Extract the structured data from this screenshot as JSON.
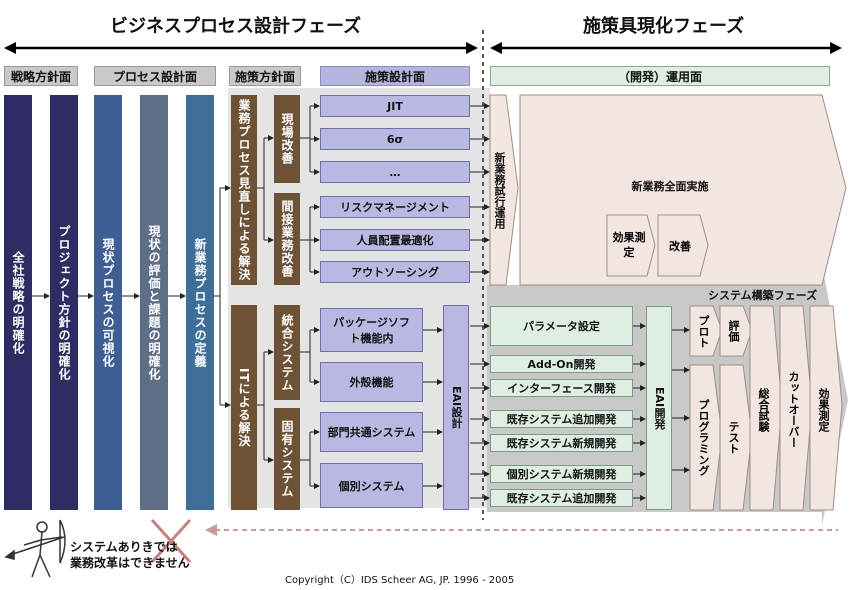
{
  "phases": {
    "left_title": "ビジネスプロセス設計フェーズ",
    "right_title": "施策具現化フェーズ"
  },
  "headers": {
    "strategy": "戦略方針面",
    "process_design": "プロセス設計面",
    "policy": "施策方針面",
    "policy_design": "施策設計面",
    "operation": "（開発）運用面"
  },
  "columns": {
    "c1": "全社戦略の明確化",
    "c2": "プロジェクト方針の明確化",
    "c3": "現状プロセスの可視化",
    "c4": "現状の評価と課題の明確化",
    "c5": "新業務プロセスの定義"
  },
  "policy": {
    "business_review": "業務プロセス見直しによる解決",
    "it_solution": "ITによる解決",
    "site_improvement": "現場改善",
    "indirect_improvement": "間接業務改善",
    "integrated_system": "統合システム",
    "specific_system": "固有システム"
  },
  "design": {
    "jit": "JIT",
    "six_sigma": "6σ",
    "etc": "…",
    "risk": "リスクマネージメント",
    "staffing": "人員配置最適化",
    "outsourcing": "アウトソーシング",
    "package": "パッケージソフト機能内",
    "shell": "外殻機能",
    "common": "部門共通システム",
    "individual": "個別システム",
    "eai": "EAI設計"
  },
  "operation": {
    "trial": "新業務試行運用",
    "full": "新業務全面実施",
    "measure": "効果測定",
    "improve": "改善",
    "dev_phase": "システム構築フェーズ",
    "eai_dev": "EAI開発",
    "param": "パラメータ設定",
    "addon": "Add-On開発",
    "interface": "インターフェース開発",
    "exist_add1": "既存システム追加開発",
    "exist_new": "既存システム新規開発",
    "indiv_new": "個別システム新規開発",
    "exist_add2": "既存システム追加開発",
    "proto": "プロト",
    "eval": "評価",
    "programming": "プログラミング",
    "test": "テスト",
    "integration": "総合試験",
    "cutover": "カットオーバー",
    "effect": "効果測定"
  },
  "footer": {
    "note_line1": "システムありきでは",
    "note_line2": "業務改革はできません",
    "copyright": "Copyright（C）IDS Scheer AG, JP. 1996 - 2005"
  }
}
